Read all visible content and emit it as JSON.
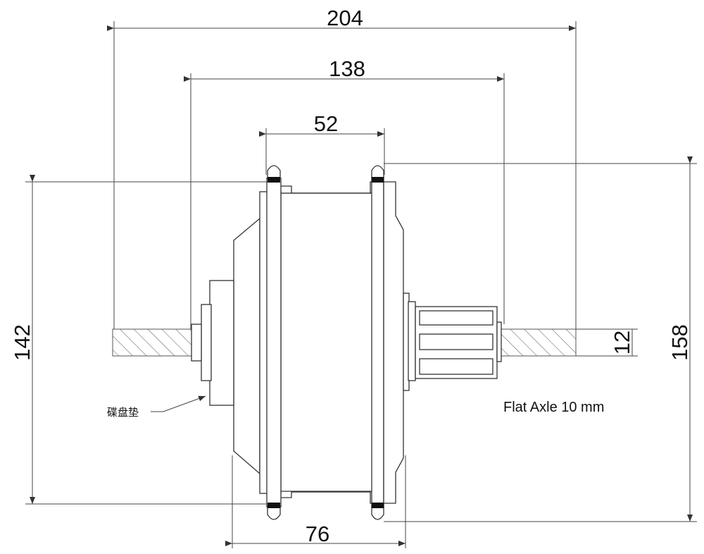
{
  "dimensions": {
    "overall_width": "204",
    "flange_to_flange": "138",
    "rim_width": "52",
    "shell_width": "76",
    "height_small": "142",
    "height_large": "158",
    "axle_thickness": "12"
  },
  "notes": {
    "axle": "Flat Axle 10 mm",
    "washer_label": "碟盘垫"
  },
  "colors": {
    "line": "#444444",
    "hatch": "#555555",
    "band": "#111111"
  }
}
